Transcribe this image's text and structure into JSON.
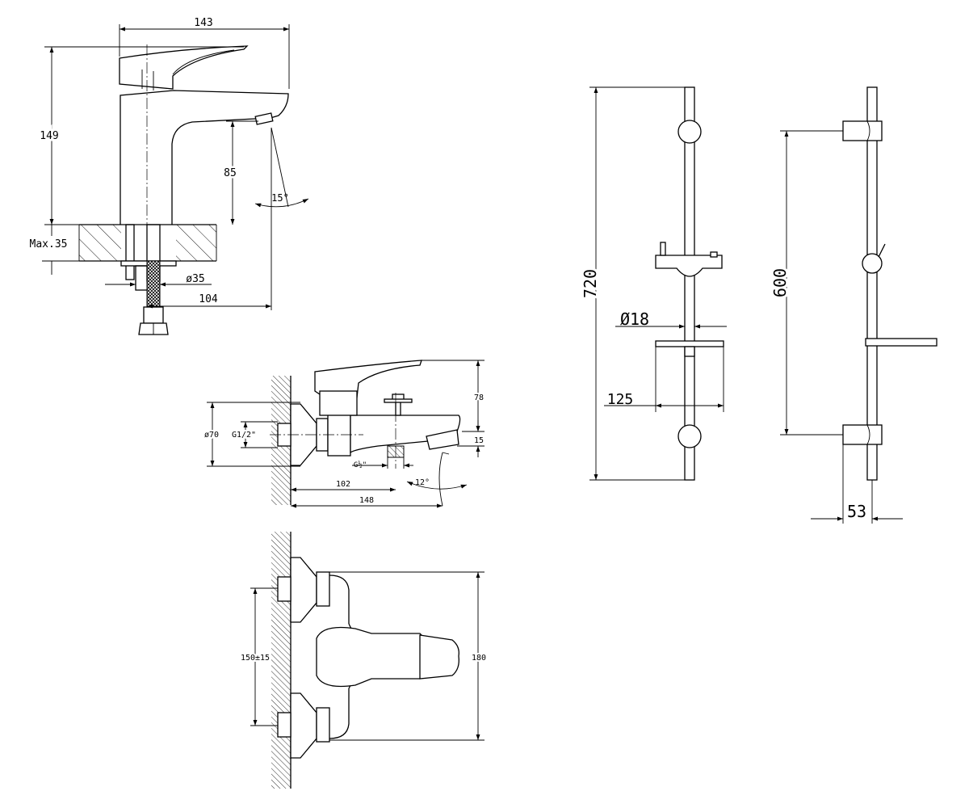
{
  "basin_mixer": {
    "dim_width": "143",
    "dim_height": "149",
    "dim_spout_height": "85",
    "dim_spout_angle": "15°",
    "dim_max_thickness": "Max.35",
    "dim_hole": "ø35",
    "dim_spout_reach": "104"
  },
  "bath_mixer_side": {
    "dim_height": "78",
    "dim_flange": "ø70",
    "dim_thread": "G1/2\"",
    "dim_outlet_thread": "G½\"",
    "dim_spout_drop": "15",
    "dim_angle": "12°",
    "dim_reach_inner": "102",
    "dim_reach_total": "148"
  },
  "bath_mixer_top": {
    "dim_centers": "150±15",
    "dim_depth": "180"
  },
  "shower_rail_front": {
    "dim_length": "720",
    "dim_diameter": "Ø18",
    "dim_soap_dish": "125"
  },
  "shower_rail_side": {
    "dim_brackets": "600",
    "dim_offset": "53"
  }
}
